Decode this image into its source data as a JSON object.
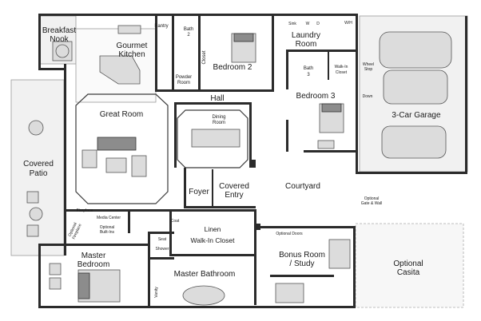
{
  "rooms": {
    "breakfast_nook": [
      "Breakfast",
      "Nook"
    ],
    "gourmet_kitchen": [
      "Gourmet",
      "Kitchen"
    ],
    "pantry": "Pantry",
    "bath2": [
      "Bath",
      "2"
    ],
    "powder_room": [
      "Powder",
      "Room"
    ],
    "closet": "Closet",
    "bedroom2": "Bedroom 2",
    "laundry": [
      "Laundry",
      "Room"
    ],
    "sink": "Sink",
    "washer": "W",
    "dryer": "D",
    "wh": "W/H",
    "bath3": [
      "Bath",
      "3"
    ],
    "walkin_closet_small": [
      "Walk-In",
      "Closet"
    ],
    "wheel_stop": [
      "Wheel",
      "Stop"
    ],
    "down": "Down",
    "bedroom3": "Bedroom 3",
    "three_car_garage": "3-Car Garage",
    "hall": "Hall",
    "great_room": "Great Room",
    "dining_room": [
      "Dining",
      "Room"
    ],
    "covered_patio": [
      "Covered",
      "Patio"
    ],
    "foyer": "Foyer",
    "covered_entry": [
      "Covered",
      "Entry"
    ],
    "courtyard": "Courtyard",
    "optional_gate_wall": [
      "Optional",
      "Gate & Wall"
    ],
    "fireplace": "Fireplace",
    "media_center": "Media Center",
    "coat": "Coat",
    "linen": "Linen",
    "walkin_closet_master": "Walk-In Closet",
    "optional_fireplace": [
      "Optional",
      "Fireplace"
    ],
    "optional_builtins": [
      "Optional",
      "Built-Ins"
    ],
    "seat": "Seat",
    "shower": "Shower",
    "optional_doors": "Optional Doors",
    "master_bedroom": [
      "Master",
      "Bedroom"
    ],
    "master_bathroom": "Master Bathroom",
    "vanity": "Vanity",
    "bonus_room": [
      "Bonus Room",
      "/ Study"
    ],
    "optional_casita": [
      "Optional",
      "Casita"
    ]
  }
}
